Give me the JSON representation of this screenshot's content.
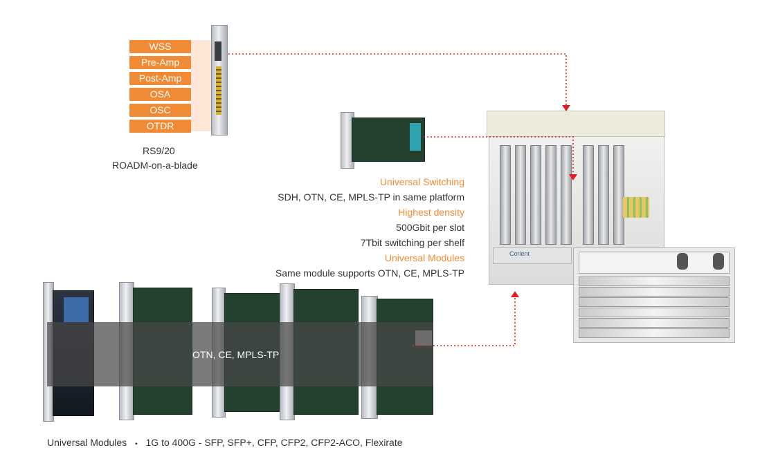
{
  "roadm": {
    "functions": [
      "WSS",
      "Pre-Amp",
      "Post-Amp",
      "OSA",
      "OSC",
      "OTDR"
    ],
    "model": "RS9/20",
    "description": "ROADM-on-a-blade"
  },
  "features": {
    "switching_title": "Universal Switching",
    "switching_text": "SDH, OTN, CE, MPLS-TP in same platform",
    "density_title": "Highest density",
    "density_line1": "500Gbit per slot",
    "density_line2": "7Tbit switching per shelf",
    "modules_title": "Universal Modules",
    "modules_text": "Same module supports OTN, CE, MPLS-TP"
  },
  "band_label": "OTN, CE, MPLS-TP",
  "bottom_caption": {
    "title": "Universal Modules",
    "bullet": "▪",
    "text": "1G to 400G - SFP, SFP+, CFP, CFP2, CFP2-ACO, Flexirate"
  },
  "chassis_brand": "Corient",
  "colors": {
    "accent": "#f08a35",
    "tag_background": "#fde6d5",
    "connector": "#e02020"
  }
}
